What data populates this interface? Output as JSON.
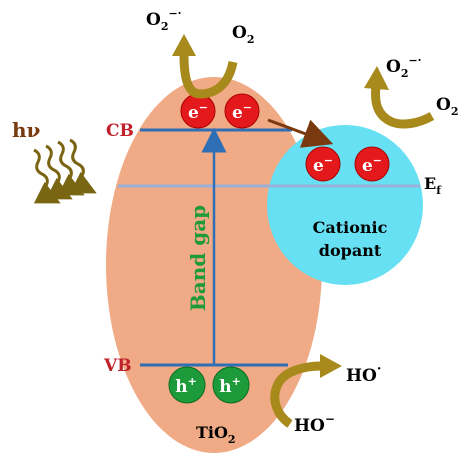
{
  "labels": {
    "hv": "hν",
    "cb": "CB",
    "vb": "VB",
    "band_gap": "Band gap",
    "ef_main": "E",
    "ef_sub": "f",
    "dopant_line1": "Cationic",
    "dopant_line2": "dopant",
    "tio2_main": "TiO",
    "tio2_sub": "2"
  },
  "electrons": {
    "symbol": "e",
    "charge": "−"
  },
  "holes": {
    "symbol": "h",
    "charge": "+"
  },
  "reactions": {
    "left_product": {
      "main": "O",
      "sub": "2",
      "sup": "−·"
    },
    "left_reactant": {
      "main": "O",
      "sub": "2"
    },
    "right_product": {
      "main": "O",
      "sub": "2",
      "sup": "−·"
    },
    "right_reactant": {
      "main": "O",
      "sub": "2"
    },
    "hole_product": {
      "main": "HO",
      "sup": "·"
    },
    "hole_reactant": {
      "main": "HO",
      "sup": "−"
    }
  },
  "colors": {
    "tio2_body": "#f0aa85",
    "dopant_body": "#66e0f2",
    "band_line": "#2f6fb5",
    "fermi_line": "#9ab0d8",
    "electron": "#e4191c",
    "hole": "#1d9b3a",
    "band_label": "#1f9a3a",
    "cb_vb_label": "#c0202a",
    "curved_arrow": "#a8891c",
    "light_waves": "#7a6513",
    "transfer_arrow": "#7a3a10"
  }
}
